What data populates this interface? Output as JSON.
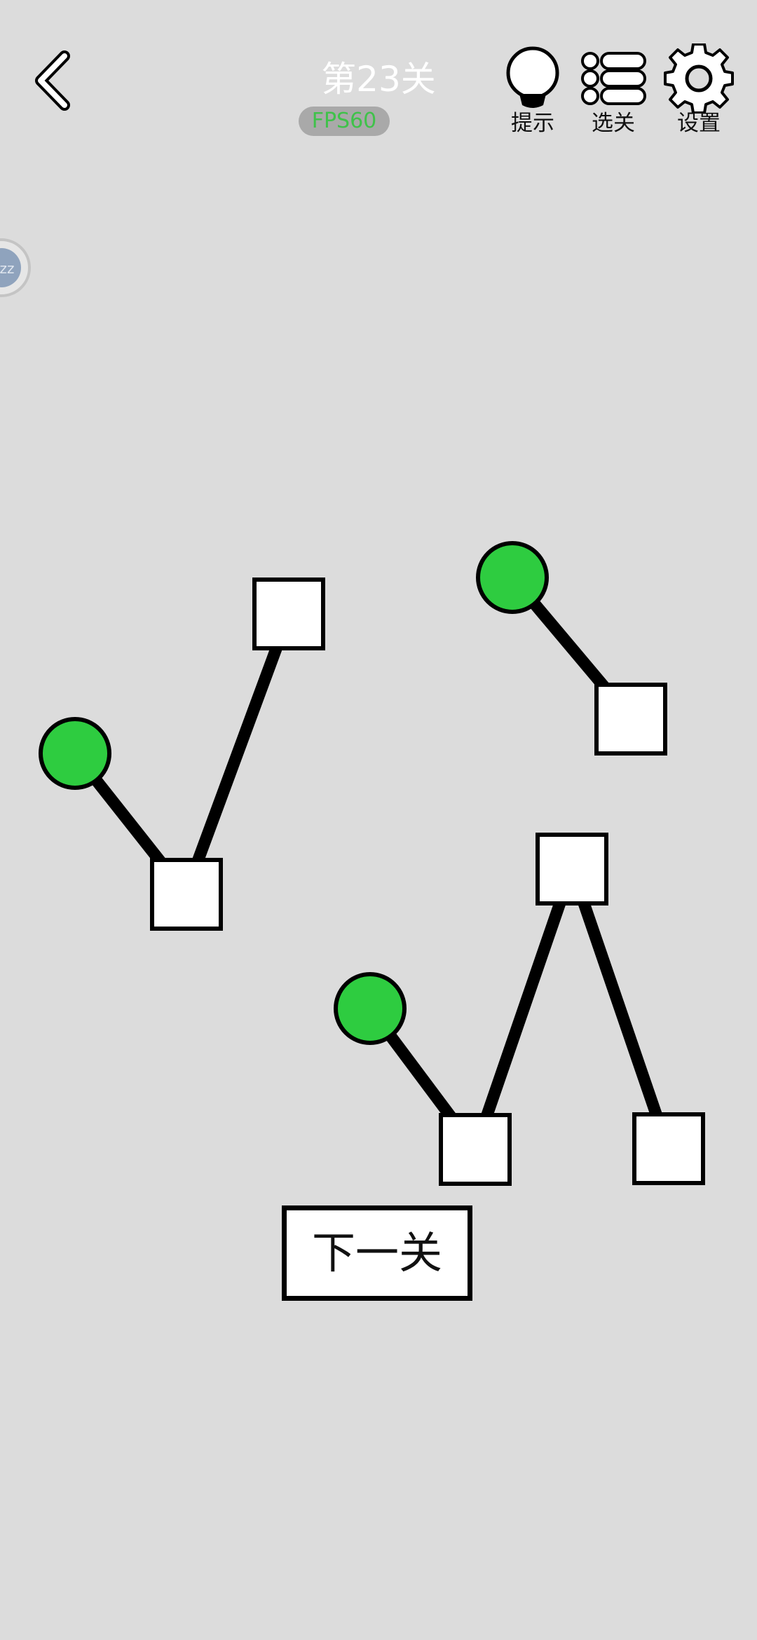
{
  "header": {
    "level_title": "第23关",
    "fps_badge": "FPS60",
    "hint_label": "提示",
    "levels_label": "选关",
    "settings_label": "设置",
    "back_icon": "chevron-left-icon",
    "hint_icon": "lightbulb-icon",
    "levels_icon": "list-icon",
    "settings_icon": "gear-icon"
  },
  "float_ball": {
    "text": "zz"
  },
  "game": {
    "node_color": "#2ecc40",
    "box_color": "#ffffff",
    "line_color": "#000000"
  },
  "next_button": {
    "label": "下一关"
  }
}
